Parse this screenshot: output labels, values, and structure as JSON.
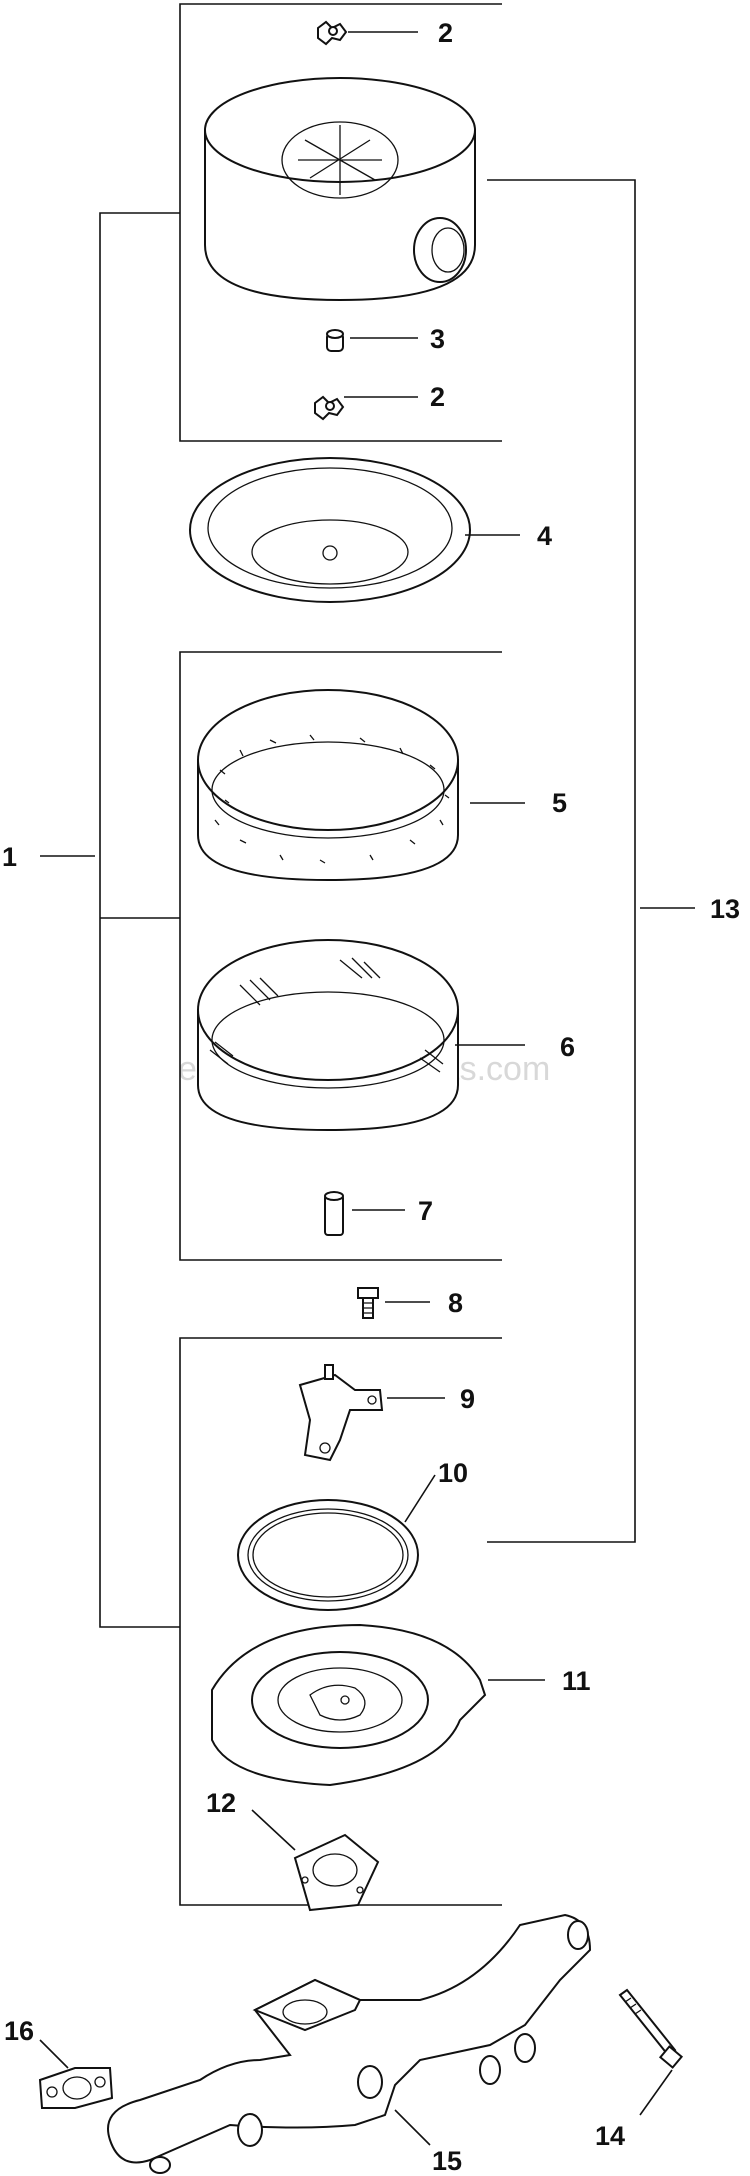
{
  "diagram": {
    "watermark": "eReplacementParts.com",
    "callouts": [
      "1",
      "2",
      "2",
      "3",
      "4",
      "5",
      "6",
      "7",
      "8",
      "9",
      "10",
      "11",
      "12",
      "13",
      "14",
      "15",
      "16"
    ]
  }
}
